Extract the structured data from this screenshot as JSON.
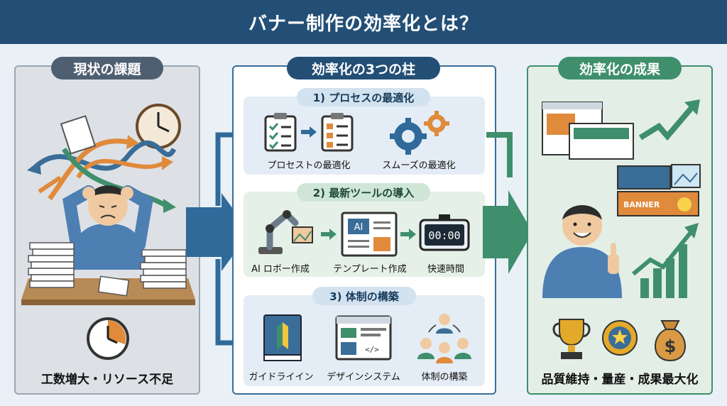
{
  "title": "バナー制作の効率化とは？",
  "left": {
    "heading": "現状の課題",
    "caption": "工数増大・リソース不足"
  },
  "center": {
    "heading": "効率化の3つの柱",
    "sections": [
      {
        "title": "1) プロセスの最適化",
        "items": [
          "プロセストの最適化",
          "スムーズの最適化"
        ]
      },
      {
        "title": "2) 最新ツールの導入",
        "items": [
          "AI ロボー作成",
          "テンプレート作成",
          "快速時間"
        ]
      },
      {
        "title": "3) 体制の構築",
        "items": [
          "ガイドライイン",
          "デザインシステム",
          "体制の構築"
        ]
      }
    ],
    "ai_text": "AI",
    "timer_text": "00:00"
  },
  "right": {
    "heading": "効率化の成果",
    "caption": "品質維持・量産・成果最大化",
    "banner_text": "BANNER"
  },
  "colors": {
    "navy": "#234f76",
    "blue": "#3a6d97",
    "green": "#3f8f6c",
    "orange": "#e08a3c",
    "left_bg": "#dde1e6",
    "center_bg": "#ffffff",
    "right_bg": "#e3efe6"
  }
}
